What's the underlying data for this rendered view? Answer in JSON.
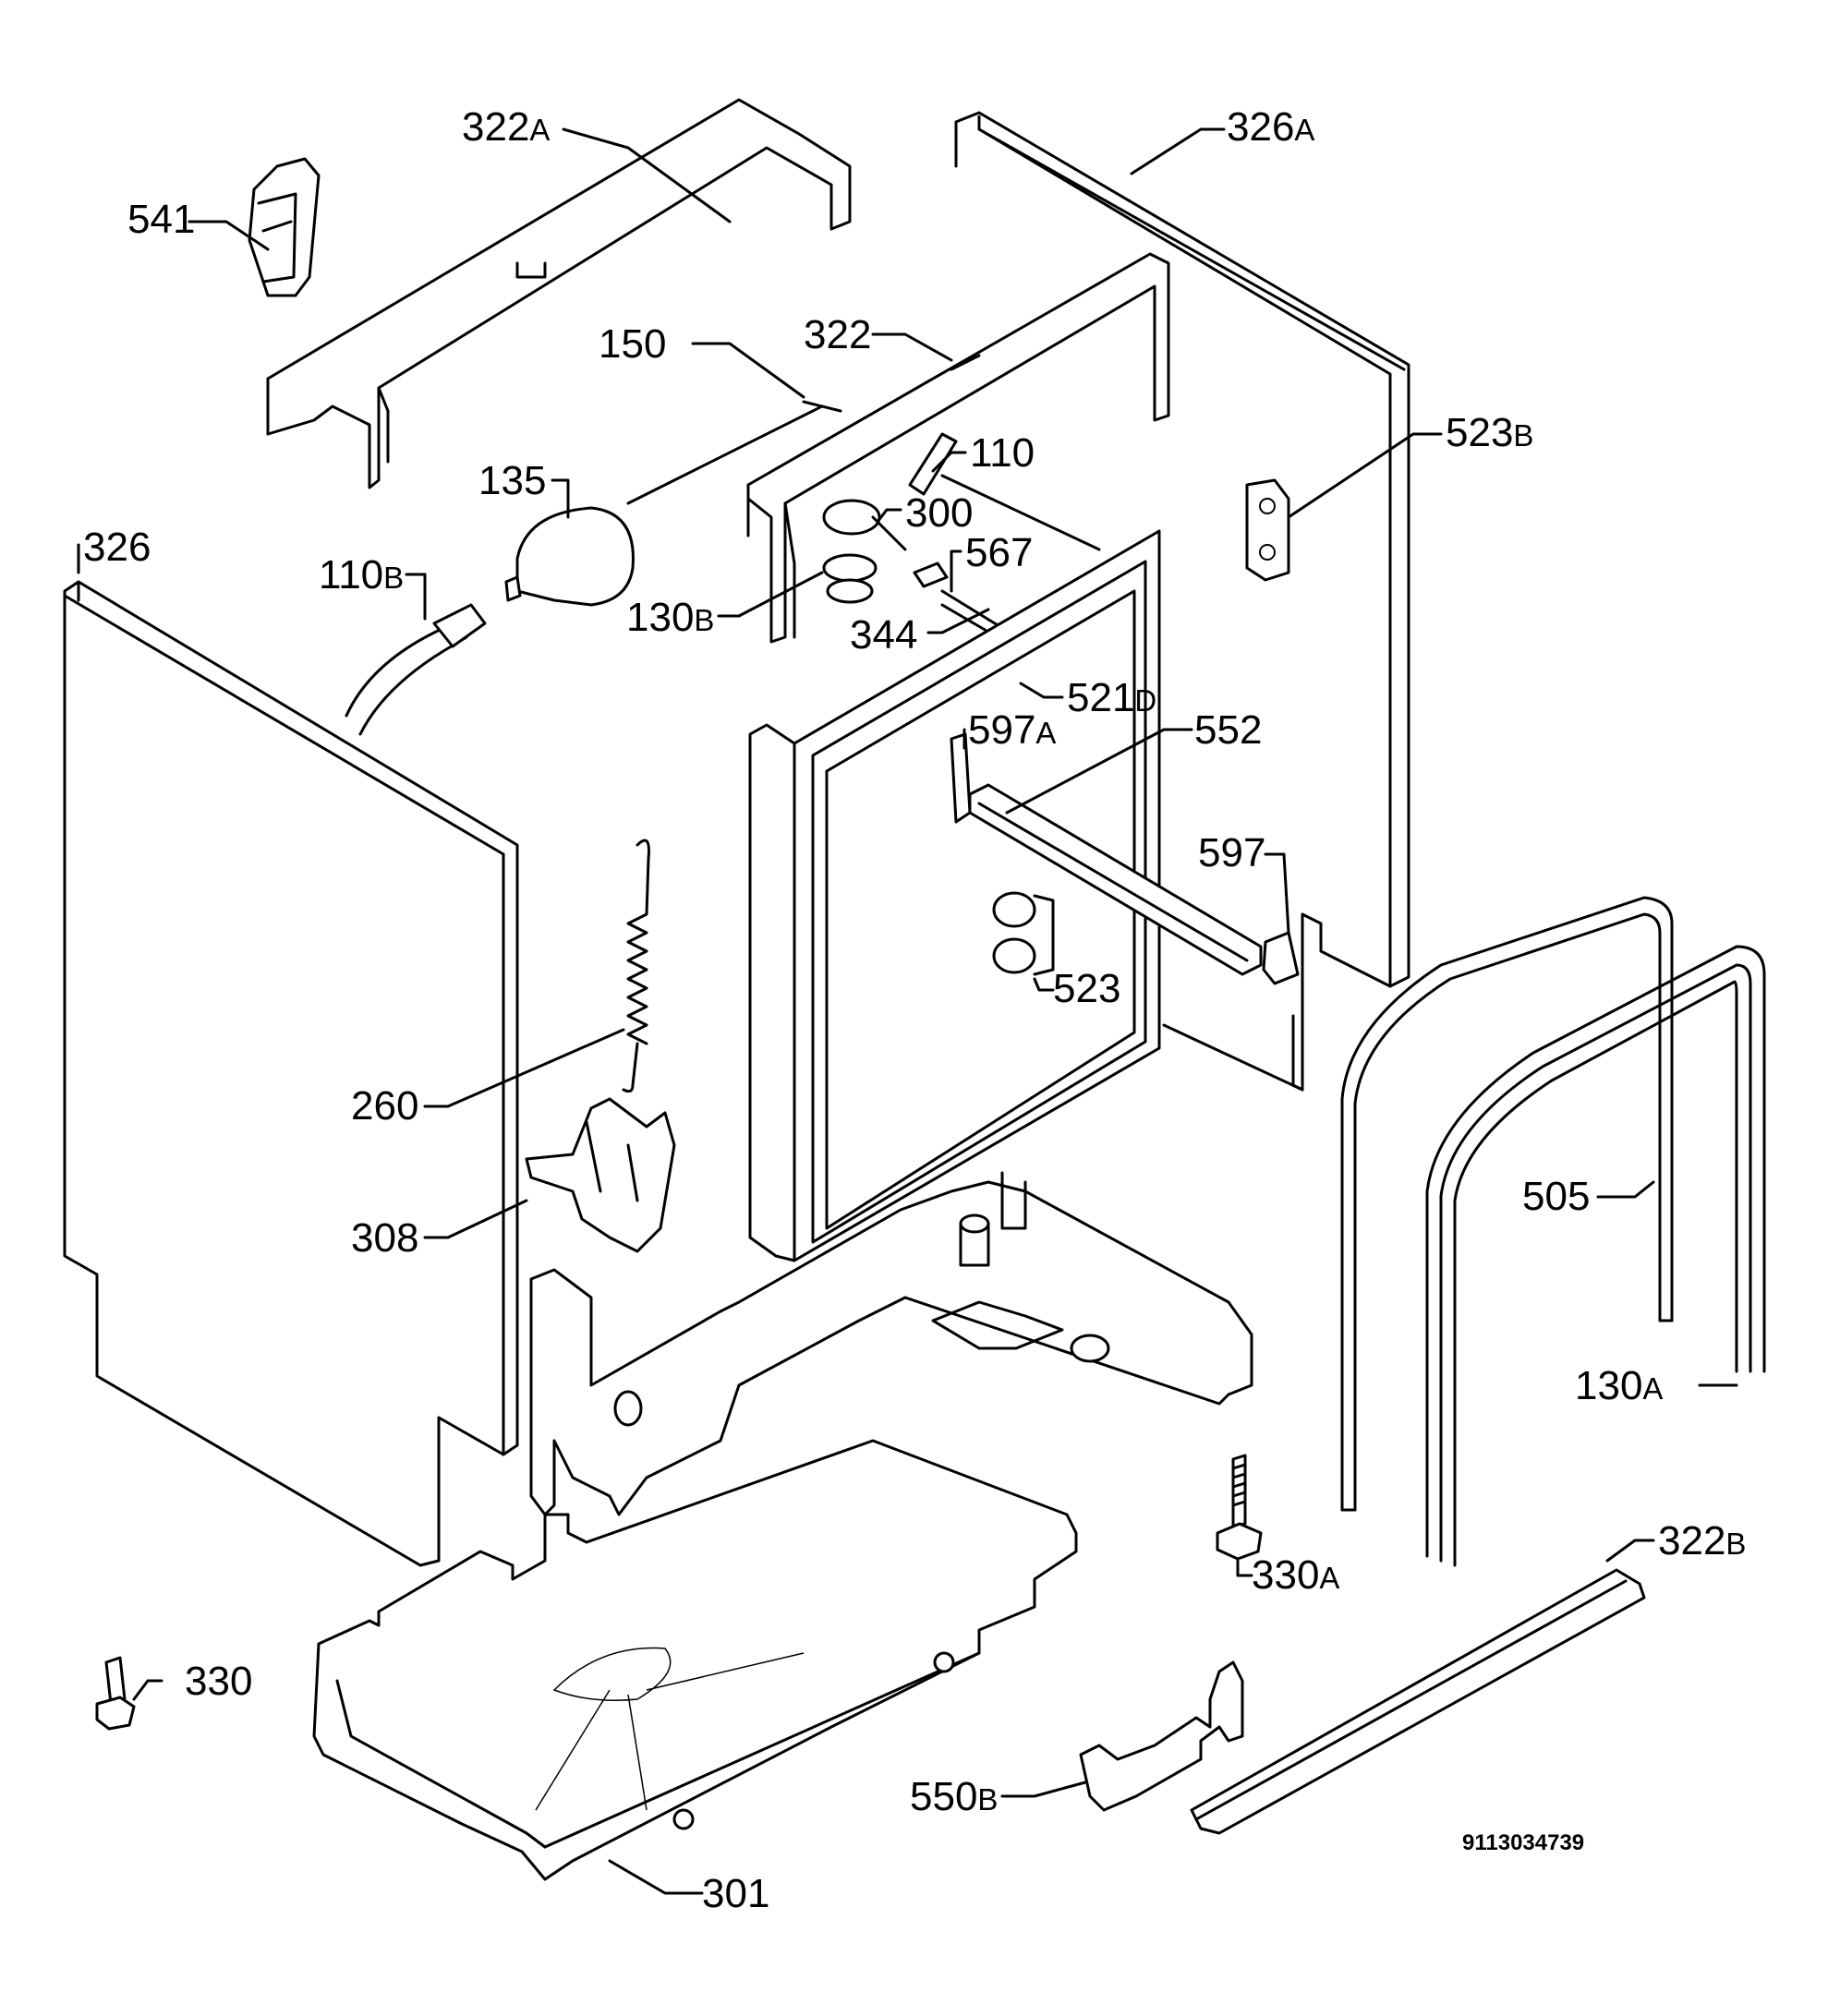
{
  "reference_number": "9113034739",
  "part_labels": [
    {
      "id": "322A",
      "num": "322",
      "suffix": "A"
    },
    {
      "id": "326A",
      "num": "326",
      "suffix": "A"
    },
    {
      "id": "541",
      "num": "541",
      "suffix": ""
    },
    {
      "id": "150",
      "num": "150",
      "suffix": ""
    },
    {
      "id": "322",
      "num": "322",
      "suffix": ""
    },
    {
      "id": "110",
      "num": "110",
      "suffix": ""
    },
    {
      "id": "523B",
      "num": "523",
      "suffix": "B"
    },
    {
      "id": "135",
      "num": "135",
      "suffix": ""
    },
    {
      "id": "300",
      "num": "300",
      "suffix": ""
    },
    {
      "id": "326",
      "num": "326",
      "suffix": ""
    },
    {
      "id": "567",
      "num": "567",
      "suffix": ""
    },
    {
      "id": "110B",
      "num": "110",
      "suffix": "B"
    },
    {
      "id": "130B",
      "num": "130",
      "suffix": "B"
    },
    {
      "id": "344",
      "num": "344",
      "suffix": ""
    },
    {
      "id": "521D",
      "num": "521",
      "suffix": "D"
    },
    {
      "id": "597A",
      "num": "597",
      "suffix": "A"
    },
    {
      "id": "552",
      "num": "552",
      "suffix": ""
    },
    {
      "id": "597",
      "num": "597",
      "suffix": ""
    },
    {
      "id": "523",
      "num": "523",
      "suffix": ""
    },
    {
      "id": "260",
      "num": "260",
      "suffix": ""
    },
    {
      "id": "505",
      "num": "505",
      "suffix": ""
    },
    {
      "id": "308",
      "num": "308",
      "suffix": ""
    },
    {
      "id": "130A",
      "num": "130",
      "suffix": "A"
    },
    {
      "id": "330A",
      "num": "330",
      "suffix": "A"
    },
    {
      "id": "322B",
      "num": "322",
      "suffix": "B"
    },
    {
      "id": "330",
      "num": "330",
      "suffix": ""
    },
    {
      "id": "550B",
      "num": "550",
      "suffix": "B"
    },
    {
      "id": "301",
      "num": "301",
      "suffix": ""
    }
  ]
}
